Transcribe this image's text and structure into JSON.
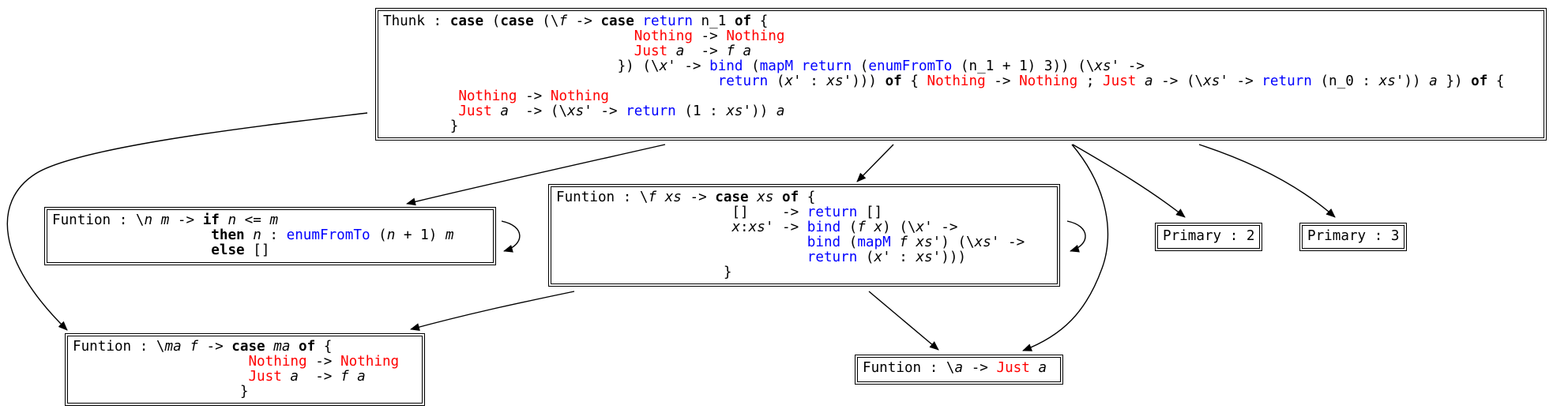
{
  "nodes": {
    "thunk": {
      "label": "Thunk : ",
      "lines": [
        [
          {
            "t": "Thunk : ",
            "c": "lbl"
          },
          {
            "t": "case",
            "c": "kw"
          },
          {
            "t": " (",
            "c": "p"
          },
          {
            "t": "case",
            "c": "kw"
          },
          {
            "t": " (\\",
            "c": "p"
          },
          {
            "t": "f",
            "c": "var"
          },
          {
            "t": " -> ",
            "c": "p"
          },
          {
            "t": "case",
            "c": "kw"
          },
          {
            "t": " ",
            "c": "p"
          },
          {
            "t": "return",
            "c": "fn"
          },
          {
            "t": " n_1 ",
            "c": "p"
          },
          {
            "t": "of",
            "c": "kw"
          },
          {
            "t": " {",
            "c": "p"
          }
        ],
        [
          {
            "t": "                              ",
            "c": "p"
          },
          {
            "t": "Nothing",
            "c": "ctor"
          },
          {
            "t": " -> ",
            "c": "p"
          },
          {
            "t": "Nothing",
            "c": "ctor"
          }
        ],
        [
          {
            "t": "                              ",
            "c": "p"
          },
          {
            "t": "Just",
            "c": "ctor"
          },
          {
            "t": " ",
            "c": "p"
          },
          {
            "t": "a",
            "c": "var"
          },
          {
            "t": "  -> ",
            "c": "p"
          },
          {
            "t": "f",
            "c": "var"
          },
          {
            "t": " ",
            "c": "p"
          },
          {
            "t": "a",
            "c": "var"
          }
        ],
        [
          {
            "t": "                            }) (\\",
            "c": "p"
          },
          {
            "t": "x'",
            "c": "var"
          },
          {
            "t": " -> ",
            "c": "p"
          },
          {
            "t": "bind",
            "c": "fn"
          },
          {
            "t": " (",
            "c": "p"
          },
          {
            "t": "mapM",
            "c": "fn"
          },
          {
            "t": " ",
            "c": "p"
          },
          {
            "t": "return",
            "c": "fn"
          },
          {
            "t": " (",
            "c": "p"
          },
          {
            "t": "enumFromTo",
            "c": "fn"
          },
          {
            "t": " (n_1 + 1) 3)) (\\",
            "c": "p"
          },
          {
            "t": "xs'",
            "c": "var"
          },
          {
            "t": " ->",
            "c": "p"
          }
        ],
        [
          {
            "t": "                                        ",
            "c": "p"
          },
          {
            "t": "return",
            "c": "fn"
          },
          {
            "t": " (",
            "c": "p"
          },
          {
            "t": "x'",
            "c": "var"
          },
          {
            "t": " : ",
            "c": "p"
          },
          {
            "t": "xs'",
            "c": "var"
          },
          {
            "t": "))) ",
            "c": "p"
          },
          {
            "t": "of",
            "c": "kw"
          },
          {
            "t": " { ",
            "c": "p"
          },
          {
            "t": "Nothing",
            "c": "ctor"
          },
          {
            "t": " -> ",
            "c": "p"
          },
          {
            "t": "Nothing",
            "c": "ctor"
          },
          {
            "t": " ; ",
            "c": "p"
          },
          {
            "t": "Just",
            "c": "ctor"
          },
          {
            "t": " ",
            "c": "p"
          },
          {
            "t": "a",
            "c": "var"
          },
          {
            "t": " -> (\\",
            "c": "p"
          },
          {
            "t": "xs'",
            "c": "var"
          },
          {
            "t": " -> ",
            "c": "p"
          },
          {
            "t": "return",
            "c": "fn"
          },
          {
            "t": " (n_0 : ",
            "c": "p"
          },
          {
            "t": "xs'",
            "c": "var"
          },
          {
            "t": ")) ",
            "c": "p"
          },
          {
            "t": "a",
            "c": "var"
          },
          {
            "t": " }) ",
            "c": "p"
          },
          {
            "t": "of",
            "c": "kw"
          },
          {
            "t": " {",
            "c": "p"
          }
        ],
        [
          {
            "t": "         ",
            "c": "p"
          },
          {
            "t": "Nothing",
            "c": "ctor"
          },
          {
            "t": " -> ",
            "c": "p"
          },
          {
            "t": "Nothing",
            "c": "ctor"
          }
        ],
        [
          {
            "t": "         ",
            "c": "p"
          },
          {
            "t": "Just",
            "c": "ctor"
          },
          {
            "t": " ",
            "c": "p"
          },
          {
            "t": "a",
            "c": "var"
          },
          {
            "t": "  -> (\\",
            "c": "p"
          },
          {
            "t": "xs'",
            "c": "var"
          },
          {
            "t": " -> ",
            "c": "p"
          },
          {
            "t": "return",
            "c": "fn"
          },
          {
            "t": " (1 : ",
            "c": "p"
          },
          {
            "t": "xs'",
            "c": "var"
          },
          {
            "t": ")) ",
            "c": "p"
          },
          {
            "t": "a",
            "c": "var"
          }
        ],
        [
          {
            "t": "        }",
            "c": "p"
          }
        ]
      ]
    },
    "enum_fn": {
      "lines": [
        [
          {
            "t": "Funtion : \\",
            "c": "lbl"
          },
          {
            "t": "n",
            "c": "var"
          },
          {
            "t": " ",
            "c": "p"
          },
          {
            "t": "m",
            "c": "var"
          },
          {
            "t": " -> ",
            "c": "p"
          },
          {
            "t": "if",
            "c": "kw"
          },
          {
            "t": " ",
            "c": "p"
          },
          {
            "t": "n",
            "c": "var"
          },
          {
            "t": " <= ",
            "c": "p"
          },
          {
            "t": "m",
            "c": "var"
          }
        ],
        [
          {
            "t": "                   ",
            "c": "p"
          },
          {
            "t": "then",
            "c": "kw"
          },
          {
            "t": " ",
            "c": "p"
          },
          {
            "t": "n",
            "c": "var"
          },
          {
            "t": " : ",
            "c": "p"
          },
          {
            "t": "enumFromTo",
            "c": "fn"
          },
          {
            "t": " (",
            "c": "p"
          },
          {
            "t": "n",
            "c": "var"
          },
          {
            "t": " + 1) ",
            "c": "p"
          },
          {
            "t": "m",
            "c": "var"
          }
        ],
        [
          {
            "t": "                   ",
            "c": "p"
          },
          {
            "t": "else",
            "c": "kw"
          },
          {
            "t": " []",
            "c": "p"
          }
        ]
      ]
    },
    "mapm_fn": {
      "lines": [
        [
          {
            "t": "Funtion : \\",
            "c": "lbl"
          },
          {
            "t": "f",
            "c": "var"
          },
          {
            "t": " ",
            "c": "p"
          },
          {
            "t": "xs",
            "c": "var"
          },
          {
            "t": " -> ",
            "c": "p"
          },
          {
            "t": "case",
            "c": "kw"
          },
          {
            "t": " ",
            "c": "p"
          },
          {
            "t": "xs",
            "c": "var"
          },
          {
            "t": " ",
            "c": "p"
          },
          {
            "t": "of",
            "c": "kw"
          },
          {
            "t": " {",
            "c": "p"
          }
        ],
        [
          {
            "t": "                     []    -> ",
            "c": "p"
          },
          {
            "t": "return",
            "c": "fn"
          },
          {
            "t": " []",
            "c": "p"
          }
        ],
        [
          {
            "t": "                     ",
            "c": "p"
          },
          {
            "t": "x",
            "c": "var"
          },
          {
            "t": ":",
            "c": "p"
          },
          {
            "t": "xs'",
            "c": "var"
          },
          {
            "t": " -> ",
            "c": "p"
          },
          {
            "t": "bind",
            "c": "fn"
          },
          {
            "t": " (",
            "c": "p"
          },
          {
            "t": "f",
            "c": "var"
          },
          {
            "t": " ",
            "c": "p"
          },
          {
            "t": "x",
            "c": "var"
          },
          {
            "t": ") (\\",
            "c": "p"
          },
          {
            "t": "x'",
            "c": "var"
          },
          {
            "t": " ->",
            "c": "p"
          }
        ],
        [
          {
            "t": "                              ",
            "c": "p"
          },
          {
            "t": "bind",
            "c": "fn"
          },
          {
            "t": " (",
            "c": "p"
          },
          {
            "t": "mapM",
            "c": "fn"
          },
          {
            "t": " ",
            "c": "p"
          },
          {
            "t": "f",
            "c": "var"
          },
          {
            "t": " ",
            "c": "p"
          },
          {
            "t": "xs'",
            "c": "var"
          },
          {
            "t": ") (\\",
            "c": "p"
          },
          {
            "t": "xs'",
            "c": "var"
          },
          {
            "t": " ->",
            "c": "p"
          }
        ],
        [
          {
            "t": "                              ",
            "c": "p"
          },
          {
            "t": "return",
            "c": "fn"
          },
          {
            "t": " (",
            "c": "p"
          },
          {
            "t": "x'",
            "c": "var"
          },
          {
            "t": " : ",
            "c": "p"
          },
          {
            "t": "xs'",
            "c": "var"
          },
          {
            "t": ")))",
            "c": "p"
          }
        ],
        [
          {
            "t": "                    }",
            "c": "p"
          }
        ]
      ]
    },
    "primary2": {
      "lines": [
        [
          {
            "t": "Primary : 2",
            "c": "lbl"
          }
        ]
      ]
    },
    "primary3": {
      "lines": [
        [
          {
            "t": "Primary : 3",
            "c": "lbl"
          }
        ]
      ]
    },
    "bind_fn": {
      "lines": [
        [
          {
            "t": "Funtion : \\",
            "c": "lbl"
          },
          {
            "t": "ma",
            "c": "var"
          },
          {
            "t": " ",
            "c": "p"
          },
          {
            "t": "f",
            "c": "var"
          },
          {
            "t": " -> ",
            "c": "p"
          },
          {
            "t": "case",
            "c": "kw"
          },
          {
            "t": " ",
            "c": "p"
          },
          {
            "t": "ma",
            "c": "var"
          },
          {
            "t": " ",
            "c": "p"
          },
          {
            "t": "of",
            "c": "kw"
          },
          {
            "t": " {",
            "c": "p"
          }
        ],
        [
          {
            "t": "                     ",
            "c": "p"
          },
          {
            "t": "Nothing",
            "c": "ctor"
          },
          {
            "t": " -> ",
            "c": "p"
          },
          {
            "t": "Nothing",
            "c": "ctor"
          }
        ],
        [
          {
            "t": "                     ",
            "c": "p"
          },
          {
            "t": "Just",
            "c": "ctor"
          },
          {
            "t": " ",
            "c": "p"
          },
          {
            "t": "a",
            "c": "var"
          },
          {
            "t": "  -> ",
            "c": "p"
          },
          {
            "t": "f",
            "c": "var"
          },
          {
            "t": " ",
            "c": "p"
          },
          {
            "t": "a",
            "c": "var"
          }
        ],
        [
          {
            "t": "                    }",
            "c": "p"
          }
        ]
      ]
    },
    "return_fn": {
      "lines": [
        [
          {
            "t": "Funtion : \\",
            "c": "lbl"
          },
          {
            "t": "a",
            "c": "var"
          },
          {
            "t": " -> ",
            "c": "p"
          },
          {
            "t": "Just",
            "c": "ctor"
          },
          {
            "t": " ",
            "c": "p"
          },
          {
            "t": "a",
            "c": "var"
          }
        ]
      ]
    }
  },
  "edges": [
    {
      "from": "thunk",
      "to": "bind_fn"
    },
    {
      "from": "thunk",
      "to": "enum_fn"
    },
    {
      "from": "thunk",
      "to": "mapm_fn"
    },
    {
      "from": "thunk",
      "to": "return_fn"
    },
    {
      "from": "thunk",
      "to": "primary2"
    },
    {
      "from": "thunk",
      "to": "primary3"
    },
    {
      "from": "enum_fn",
      "to": "enum_fn"
    },
    {
      "from": "mapm_fn",
      "to": "mapm_fn"
    },
    {
      "from": "mapm_fn",
      "to": "bind_fn"
    },
    {
      "from": "mapm_fn",
      "to": "return_fn"
    }
  ],
  "colors": {
    "keyword": "#000000",
    "constructor": "#ff0000",
    "function": "#0000ff",
    "text": "#000000",
    "edge": "#000000"
  }
}
